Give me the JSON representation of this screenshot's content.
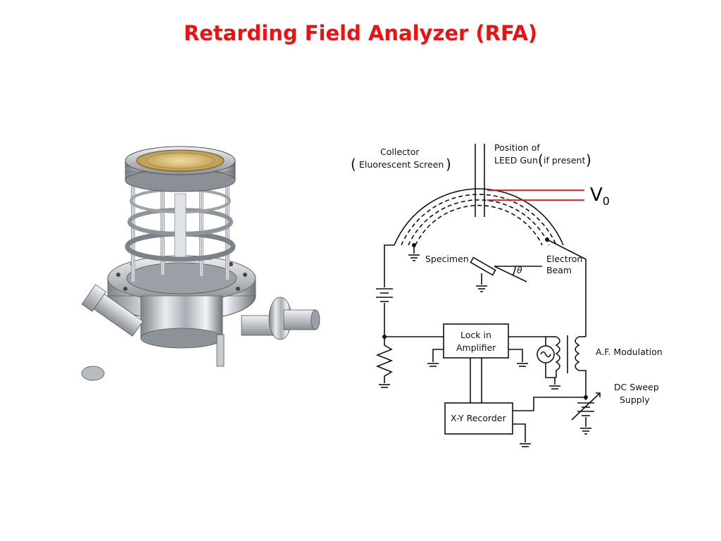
{
  "slide": {
    "title": "Retarding Field Analyzer (RFA)",
    "title_color": "#ee1111"
  },
  "schematic": {
    "collector": "Collector",
    "fluorescent_screen": "Eluorescent Screen",
    "position_of": "Position of",
    "leed_gun": "LEED Gun",
    "if_present": "if present",
    "specimen": "Specimen",
    "theta": "θ",
    "electron": "Electron",
    "beam": "Beam",
    "lock_in": "Lock in",
    "amplifier": "Amplifier",
    "af_modulation": "A.F. Modulation",
    "dc_sweep": "DC Sweep",
    "supply": "Supply",
    "xy_recorder": "X-Y Recorder"
  },
  "annotation": {
    "v_symbol": "V",
    "v_subscript": "0",
    "line_color": "#dd1111"
  }
}
